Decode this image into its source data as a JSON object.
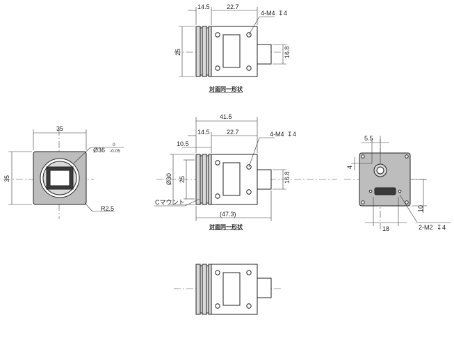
{
  "top_view": {
    "dim_flange": "14.5",
    "dim_body": "22.7",
    "dim_height": "25",
    "dim_connector": "16.8",
    "tap_note": "4-M4",
    "tap_depth_sym": "↧",
    "tap_depth": "4",
    "caption": "対面同一形状"
  },
  "front_view": {
    "width": "35",
    "height": "35",
    "diameter_label": "Ø36",
    "tol_upper": "0",
    "tol_lower": "-0.05",
    "corner_radius": "R2.5"
  },
  "side_view": {
    "overall": "41.5",
    "dim_flange": "14.5",
    "dim_body": "22.7",
    "dim_mount": "10.5",
    "dim_bore": "Ø30",
    "dim_height": "25",
    "dim_connector": "16.8",
    "total_ref": "(47.3)",
    "tap_note": "4-M4",
    "tap_depth_sym": "↧",
    "tap_depth": "4",
    "mount_label": "Cマウント",
    "caption": "対面同一形状"
  },
  "rear_view": {
    "dim_top": "5.5",
    "dim_side": "4",
    "dim_bottom": "18",
    "dim_right": "10",
    "tap_note": "2-M2",
    "tap_depth_sym": "↧",
    "tap_depth": "4"
  }
}
